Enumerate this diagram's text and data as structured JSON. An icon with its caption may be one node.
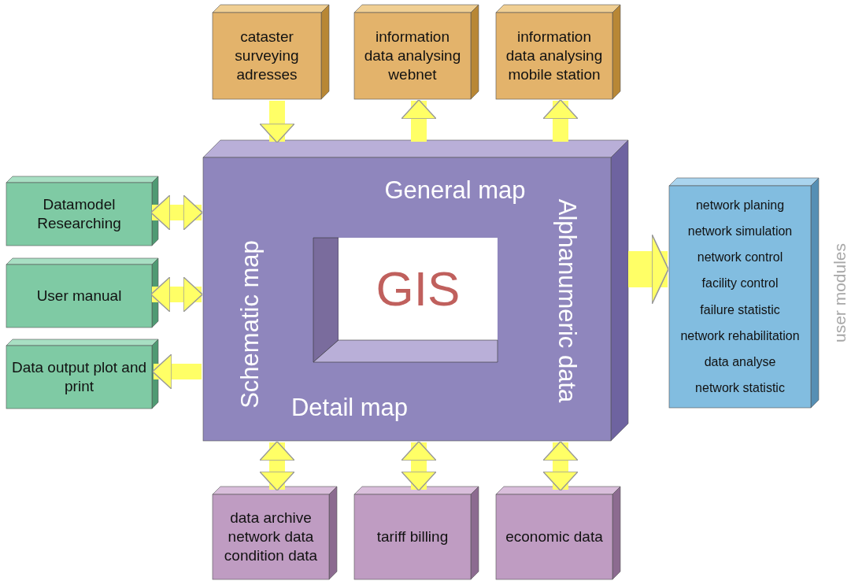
{
  "diagram": {
    "nodes": [
      {
        "text": [
          "cataster surveying adresses"
        ]
      },
      {
        "text": [
          "information data analysing webnet"
        ]
      },
      {
        "text": [
          "information data analysing mobile station"
        ]
      },
      {
        "text": [
          "General map",
          "Schematic map",
          "Alphanumeric data",
          "Detail map"
        ]
      },
      {
        "text": [
          "GIS"
        ],
        "in": 3
      },
      {
        "text": [
          "Datamodel Researching"
        ]
      },
      {
        "text": [
          "User manual"
        ]
      },
      {
        "text": [
          "Data output plot and print"
        ]
      },
      {
        "text": [
          "network planing",
          "network simulation",
          "network control",
          "facility control",
          "failure statistic",
          "network rehabilitation",
          "data analyse",
          "network statistic"
        ],
        "beside": [
          "user modules"
        ]
      },
      {
        "text": [
          "data archive network data condition data"
        ]
      },
      {
        "text": [
          "tariff billing"
        ]
      },
      {
        "text": [
          "economic data"
        ]
      }
    ],
    "edges": [
      {
        "from": 0,
        "to": 3,
        "arrow": "to"
      },
      {
        "from": 3,
        "to": 1,
        "arrow": "to"
      },
      {
        "from": 3,
        "to": 2,
        "arrow": "to"
      },
      {
        "from": 5,
        "to": 3,
        "arrow": "both"
      },
      {
        "from": 6,
        "to": 3,
        "arrow": "both"
      },
      {
        "from": 3,
        "to": 7,
        "arrow": "to"
      },
      {
        "from": 3,
        "to": 8,
        "arrow": "to",
        "style": "thick"
      },
      {
        "from": 3,
        "to": 9,
        "arrow": "both"
      },
      {
        "from": 3,
        "to": 10,
        "arrow": "both"
      },
      {
        "from": 3,
        "to": 11,
        "arrow": "both"
      }
    ]
  }
}
